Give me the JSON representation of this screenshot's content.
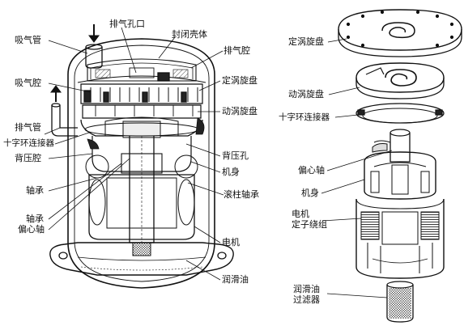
{
  "left_labels": {
    "suction_pipe": "吸气管",
    "discharge_port": "排气孔口",
    "sealed_shell": "封闭壳体",
    "discharge_chamber": "排气腔",
    "suction_chamber": "吸气腔",
    "fixed_scroll": "定涡旋盘",
    "orbiting_scroll": "动涡旋盘",
    "discharge_pipe": "排气管",
    "oldham_ring": "十字环连接器",
    "back_pressure_chamber": "背压腔",
    "back_pressure_hole": "背压孔",
    "frame": "机身",
    "bearing": "轴承",
    "needle_bearing": "滚柱轴承",
    "bearing_2": "轴承",
    "eccentric_shaft": "偏心轴",
    "motor": "电机",
    "lube_oil": "润滑油"
  },
  "right_labels": {
    "fixed_scroll": "定涡旋盘",
    "orbiting_scroll": "动涡旋盘",
    "oldham_ring": "十字环连接器",
    "eccentric_shaft": "偏心轴",
    "frame": "机身",
    "motor": "电机",
    "stator_winding": "定子绕组",
    "oil_filter_line1": "润滑油",
    "oil_filter_line2": "过滤器"
  }
}
